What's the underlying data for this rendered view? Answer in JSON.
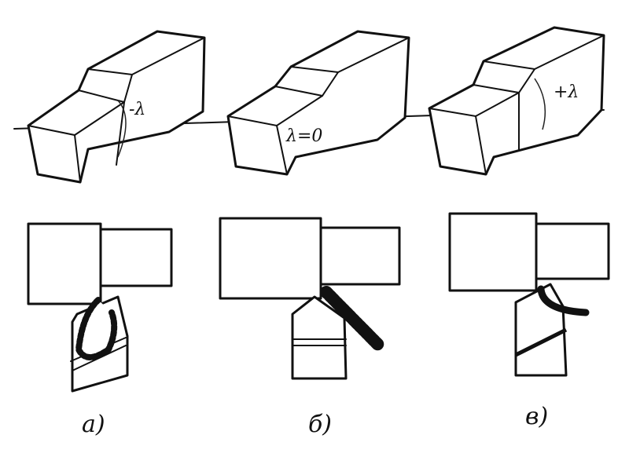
{
  "tool_angle_labels": {
    "negative": "-λ",
    "zero": "λ=0",
    "positive": "+λ"
  },
  "panel_labels": {
    "a": "а)",
    "b": "б)",
    "v": "в)"
  }
}
